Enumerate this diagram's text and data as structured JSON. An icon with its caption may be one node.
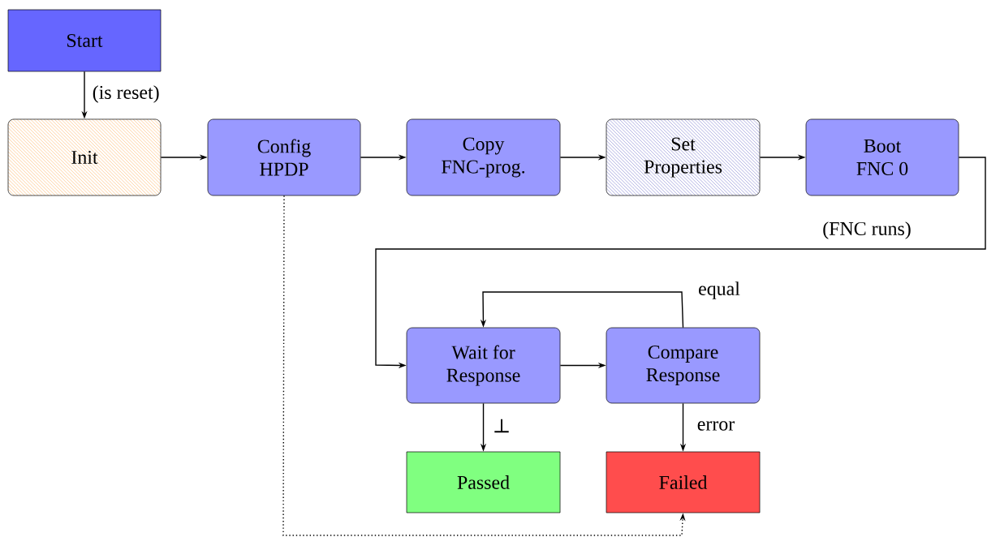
{
  "diagram": {
    "nodes": [
      {
        "text": [
          "Start"
        ]
      },
      {
        "text": [
          "Init"
        ]
      },
      {
        "text": [
          "Config HPDP"
        ]
      },
      {
        "text": [
          "Copy FNC-prog."
        ]
      },
      {
        "text": [
          "Set Properties"
        ]
      },
      {
        "text": [
          "Boot FNC 0"
        ]
      },
      {
        "text": [
          "Wait for Response"
        ]
      },
      {
        "text": [
          "Compare Response"
        ]
      },
      {
        "text": [
          "Passed"
        ]
      },
      {
        "text": [
          "Failed"
        ]
      }
    ],
    "edges": [
      {
        "from": 0,
        "to": 1,
        "arrow": "to",
        "label": "(is reset)"
      },
      {
        "from": 1,
        "to": 2,
        "arrow": "to"
      },
      {
        "from": 2,
        "to": 3,
        "arrow": "to"
      },
      {
        "from": 3,
        "to": 4,
        "arrow": "to"
      },
      {
        "from": 4,
        "to": 5,
        "arrow": "to"
      },
      {
        "from": 5,
        "to": 6,
        "arrow": "to",
        "label": "(FNC runs)"
      },
      {
        "from": 6,
        "to": 7,
        "arrow": "to"
      },
      {
        "from": 7,
        "to": 6,
        "arrow": "to",
        "label": "equal"
      },
      {
        "from": 6,
        "to": 8,
        "arrow": "to",
        "label": "⊥"
      },
      {
        "from": 7,
        "to": 9,
        "arrow": "to",
        "label": "error"
      },
      {
        "from": 2,
        "to": 9,
        "arrow": "to",
        "style": "dashed"
      }
    ]
  }
}
